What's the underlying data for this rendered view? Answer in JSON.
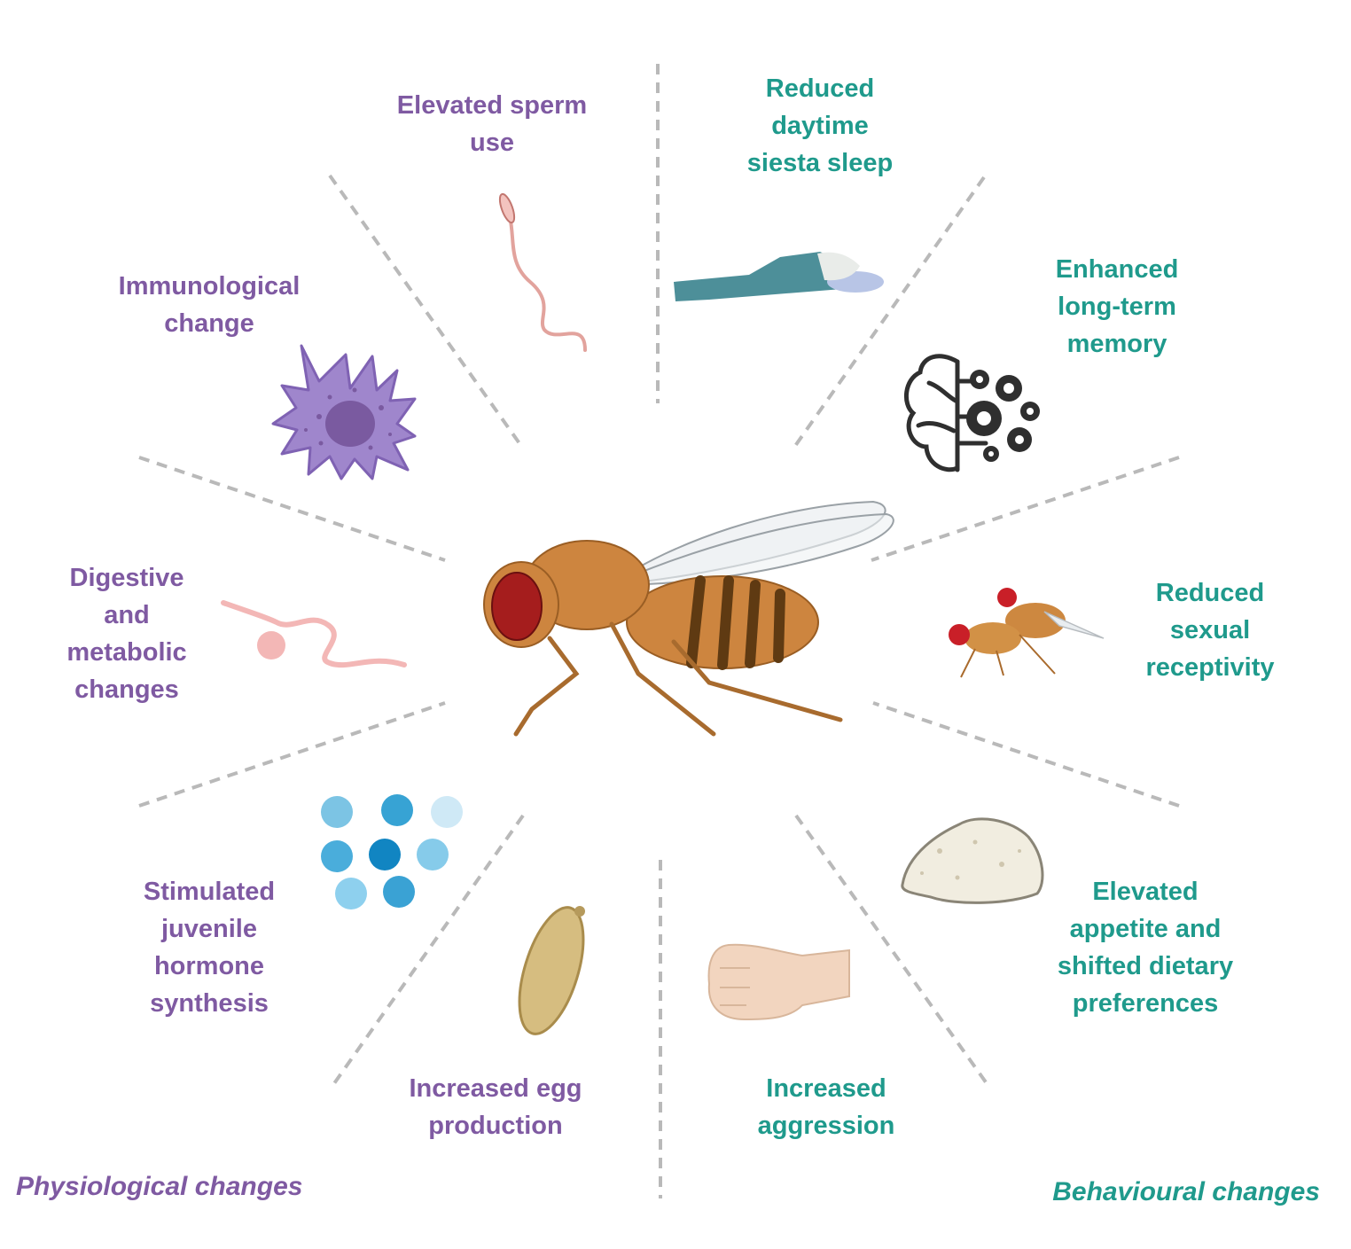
{
  "colors": {
    "physiological": "#7f5aa2",
    "behavioural": "#1f9a8c",
    "divider": "#b9b9b9"
  },
  "labels": {
    "sperm": "Elevated sperm\nuse",
    "immuno": "Immunological\nchange",
    "digestive": "Digestive\nand\nmetabolic\nchanges",
    "juvenile": "Stimulated\njuvenile\nhormone\nsynthesis",
    "egg": "Increased egg\nproduction",
    "siesta": "Reduced\ndaytime\nsiesta sleep",
    "memory": "Enhanced\nlong-term\nmemory",
    "receptivity": "Reduced\nsexual\nreceptivity",
    "appetite": "Elevated\nappetite and\nshifted dietary\npreferences",
    "aggression": "Increased\naggression"
  },
  "corners": {
    "physiological": "Physiological changes",
    "behavioural": "Behavioural changes"
  },
  "icons": {
    "center": "fruit-fly",
    "sperm": "sperm-cell",
    "immuno": "immune-cell",
    "digestive": "gut",
    "juvenile": "hormone-molecules",
    "egg": "egg",
    "siesta": "sleeping-person",
    "memory": "brain-gears",
    "receptivity": "mating-flies",
    "appetite": "food-pile",
    "aggression": "fist"
  }
}
